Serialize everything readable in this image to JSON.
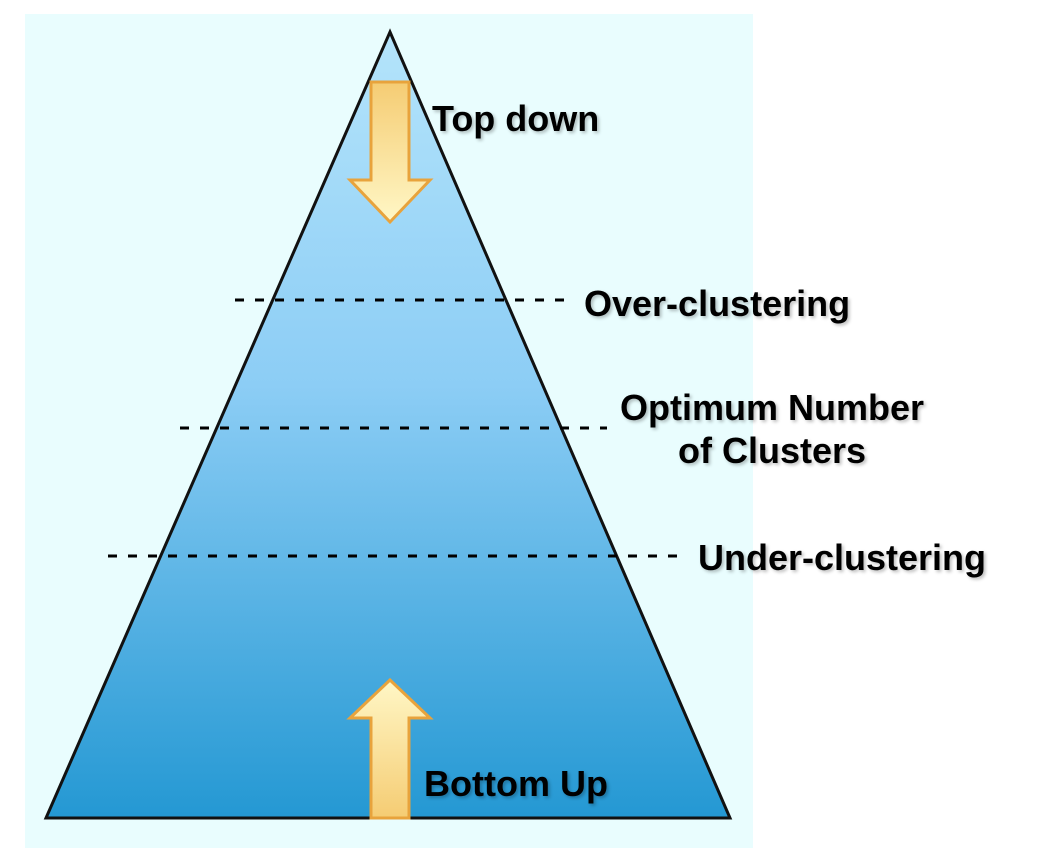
{
  "labels": {
    "top_down": "Top down",
    "over_clustering": "Over-clustering",
    "optimum_line1": "Optimum Number",
    "optimum_line2": "of Clusters",
    "under_clustering": "Under-clustering",
    "bottom_up": "Bottom Up"
  },
  "colors": {
    "panel_background": "#e9fdfe",
    "pyramid_top": "#b4e4fb",
    "pyramid_bottom": "#2498d3",
    "arrow_fill_top": "#fff7c6",
    "arrow_fill_bottom": "#f5cc73",
    "arrow_stroke": "#e8a33c",
    "dash_line": "#000000"
  },
  "icons": {
    "top_arrow": "down-arrow-icon",
    "bottom_arrow": "up-arrow-icon"
  }
}
